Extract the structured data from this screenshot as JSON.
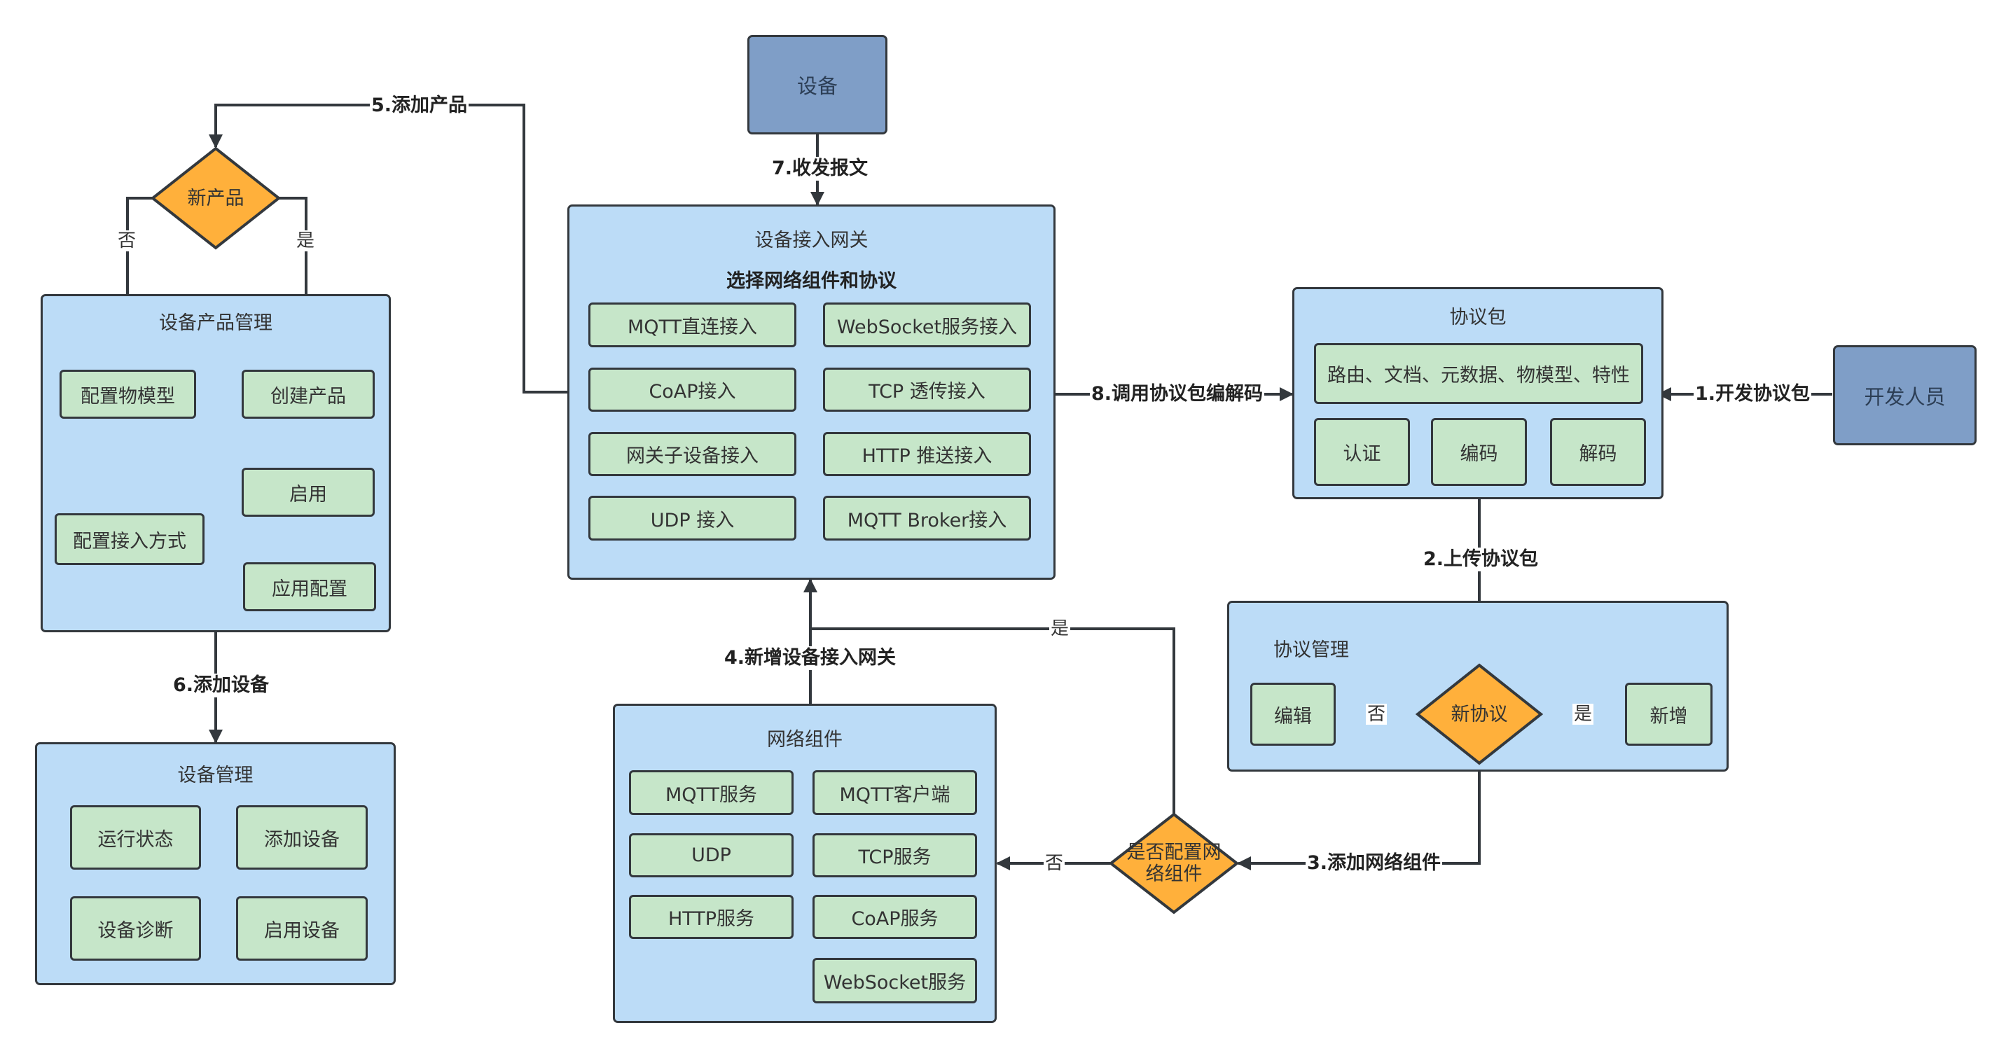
{
  "nodes": {
    "device": "设备",
    "developer": "开发人员",
    "new_product": "新产品",
    "new_protocol": "新协议",
    "config_network": "是否配置网络组件"
  },
  "groups": {
    "gateway": {
      "title": "设备接入网关",
      "subtitle": "选择网络组件和协议",
      "items": [
        "MQTT直连接入",
        "WebSocket服务接入",
        "CoAP接入",
        "TCP 透传接入",
        "网关子设备接入",
        "HTTP 推送接入",
        "UDP 接入",
        "MQTT Broker接入"
      ]
    },
    "protocol_pkg": {
      "title": "协议包",
      "features": "路由、文档、元数据、物模型、特性",
      "items": [
        "认证",
        "编码",
        "解码"
      ]
    },
    "product_mgmt": {
      "title": "设备产品管理",
      "config_model": "配置物模型",
      "create_product": "创建产品",
      "config_access": "配置接入方式",
      "enable": "启用",
      "apply_config": "应用配置"
    },
    "device_mgmt": {
      "title": "设备管理",
      "items": [
        "运行状态",
        "添加设备",
        "设备诊断",
        "启用设备"
      ]
    },
    "protocol_mgmt": {
      "title": "协议管理",
      "edit": "编辑",
      "add": "新增"
    },
    "network": {
      "title": "网络组件",
      "items": [
        "MQTT服务",
        "MQTT客户端",
        "UDP",
        "TCP服务",
        "HTTP服务",
        "CoAP服务",
        "WebSocket服务"
      ]
    }
  },
  "edges": {
    "e1": "1.开发协议包",
    "e2": "2.上传协议包",
    "e3": "3.添加网络组件",
    "e4": "4.新增设备接入网关",
    "e5": "5.添加产品",
    "e6": "6.添加设备",
    "e7": "7.收发报文",
    "e8": "8.调用协议包编解码"
  },
  "branch_labels": {
    "yes": "是",
    "no": "否"
  },
  "colors": {
    "group_fill": "#bcdcf7",
    "item_fill": "#c6e6c9",
    "decision_fill": "#ffb03b",
    "actor_fill": "#7f9ec7",
    "stroke": "#33383d"
  }
}
